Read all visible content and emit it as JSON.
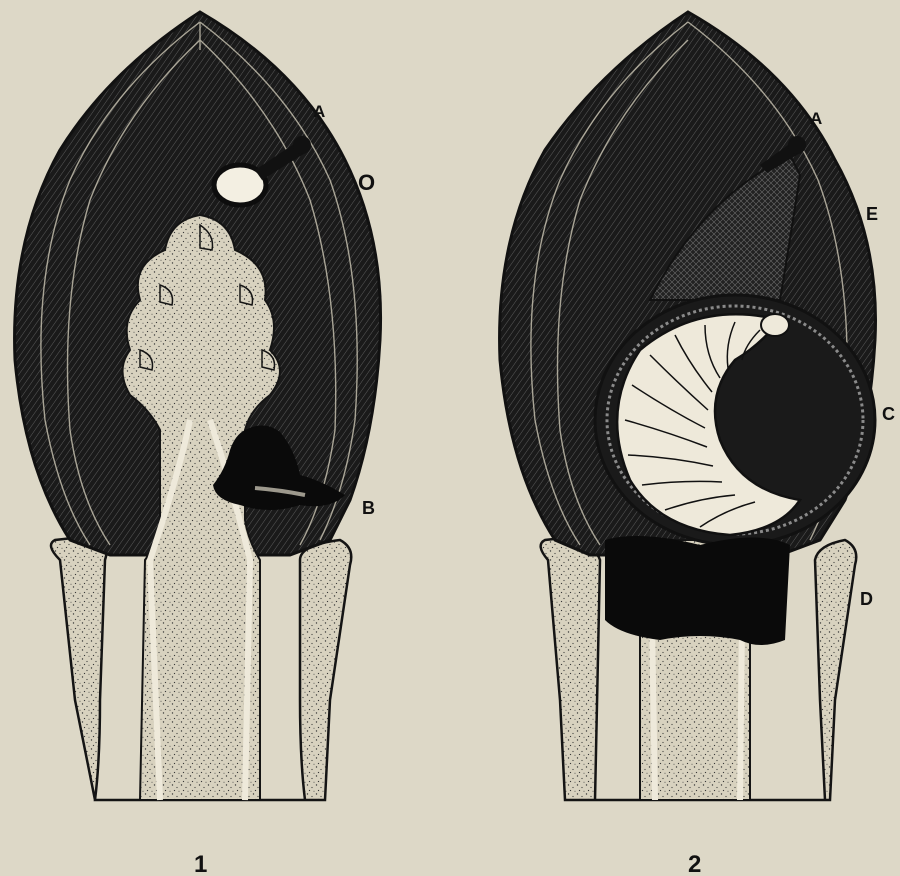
{
  "colors": {
    "paper": "#ddd8c7",
    "ink": "#141414",
    "tissue": "#d9d3c0",
    "larva": "#e8e3d4"
  },
  "labels": {
    "fig1": {
      "A": "A",
      "O": "O",
      "B": "B"
    },
    "fig2": {
      "A": "A",
      "E": "E",
      "C": "C",
      "D": "D"
    }
  },
  "figure_numbers": {
    "fig1": "1",
    "fig2": "2"
  }
}
